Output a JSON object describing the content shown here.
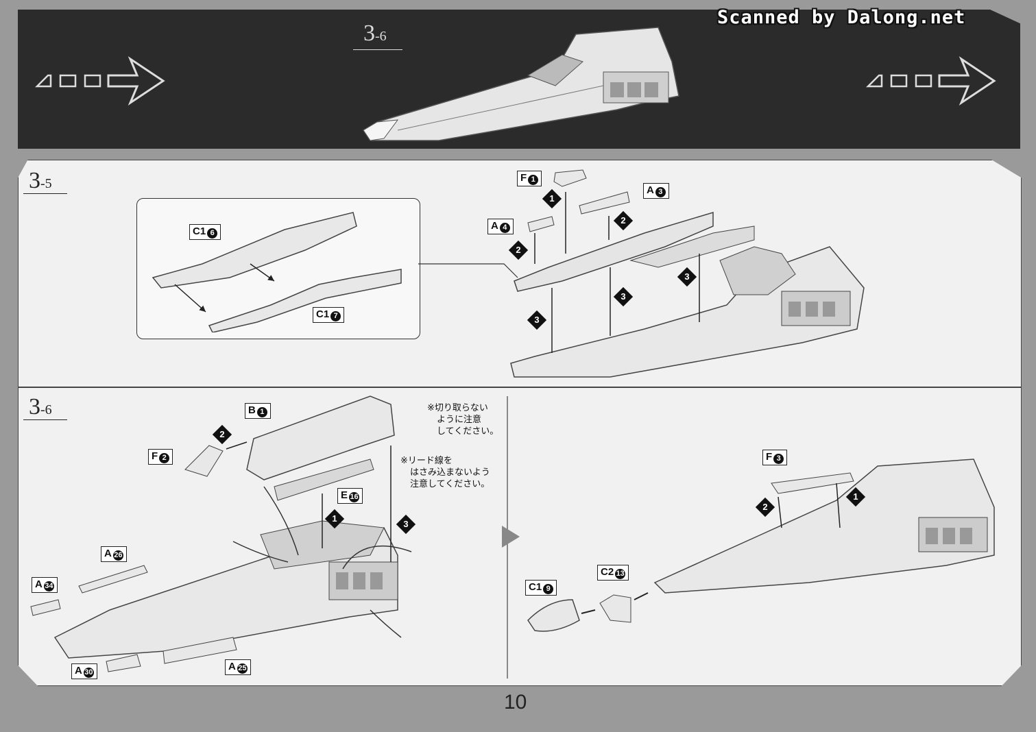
{
  "watermark": "Scanned by Dalong.net",
  "header": {
    "step_num": "3",
    "step_sub": "-6"
  },
  "step_3_5": {
    "num": "3",
    "sub": "-5",
    "tags": {
      "c1_6": "C1",
      "c1_7": "C1",
      "f1": "F",
      "a3": "A",
      "a4": "A"
    },
    "tag_circles": {
      "c1_6": "6",
      "c1_7": "7",
      "f1": "1",
      "a3": "3",
      "a4": "4"
    },
    "steps": {
      "s1": "1",
      "s2a": "2",
      "s2b": "2",
      "s3a": "3",
      "s3b": "3",
      "s3c": "3"
    }
  },
  "step_3_6": {
    "num": "3",
    "sub": "-6",
    "tags": {
      "b1": "B",
      "f2": "F",
      "e16": "E",
      "a26": "A",
      "a34": "A",
      "a30": "A",
      "a25": "A",
      "f3": "F",
      "c1_9": "C1",
      "c2_13": "C2"
    },
    "tag_circles": {
      "b1": "1",
      "f2": "2",
      "e16": "16",
      "a26": "26",
      "a34": "34",
      "a30": "30",
      "a25": "25",
      "f3": "3",
      "c1_9": "9",
      "c2_13": "13"
    },
    "steps": {
      "s2_left": "2",
      "s1_left": "1",
      "s3_left": "3",
      "s2_right": "2",
      "s1_right": "1"
    },
    "note_cut": [
      "※切り取らない",
      "ように注意",
      "してください。"
    ],
    "note_lead": [
      "※リード線を",
      "はさみ込まないよう",
      "注意してください。"
    ]
  },
  "page_number": "10"
}
